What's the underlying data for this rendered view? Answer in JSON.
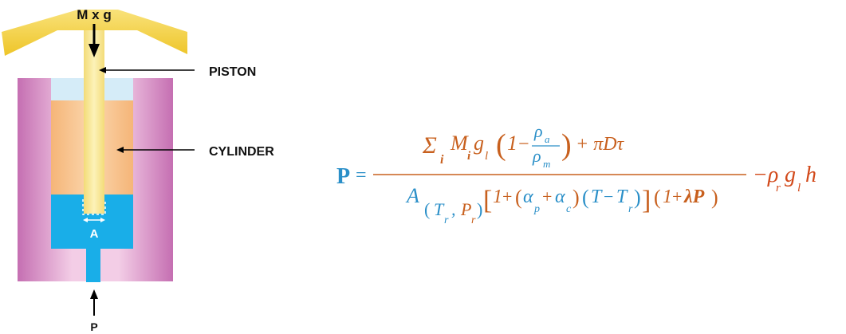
{
  "diagram": {
    "force_label": "M x g",
    "piston_label": "PISTON",
    "cylinder_label": "CYLINDER",
    "area_label": "A",
    "pressure_label": "P"
  },
  "equation": {
    "lhs": "P",
    "equals": "=",
    "sum_symbol": "Σ",
    "sum_index": "i",
    "M": "M",
    "M_sub": "i",
    "g": "g",
    "g_sub": "l",
    "one": "1",
    "minus": "−",
    "rho_a": "ρ",
    "rho_a_sub": "a",
    "rho_m": "ρ",
    "rho_m_sub": "m",
    "plus_piDtau": "+ πDτ",
    "A": "A",
    "Tr_T": "T",
    "Tr_sub": "r",
    "comma": ",",
    "Pr_P": "P",
    "Pr_sub": "r",
    "alpha_p": "α",
    "alpha_p_sub": "p",
    "plus": "+",
    "alpha_c": "α",
    "alpha_c_sub": "c",
    "T": "T",
    "T2": "T",
    "T2_sub": "r",
    "one_b": "1",
    "lambdaP": "λP",
    "tail_rho": "−ρ",
    "tail_rho_sub": "r",
    "tail_g": "g",
    "tail_g_sub": "l",
    "tail_h": "h"
  },
  "colors": {
    "piston_yellow": "#f8e98c",
    "handle_yellow": "#f4d23a",
    "cylinder_magenta": "#c56fb2",
    "cylinder_light": "#f3cde6",
    "bore_peach": "#f6c18a",
    "oil_blue": "#19aee8",
    "top_light": "#d5ecf8",
    "eq_orange": "#c8601e",
    "eq_blue": "#2a8fc8",
    "eq_red": "#d2491a"
  }
}
